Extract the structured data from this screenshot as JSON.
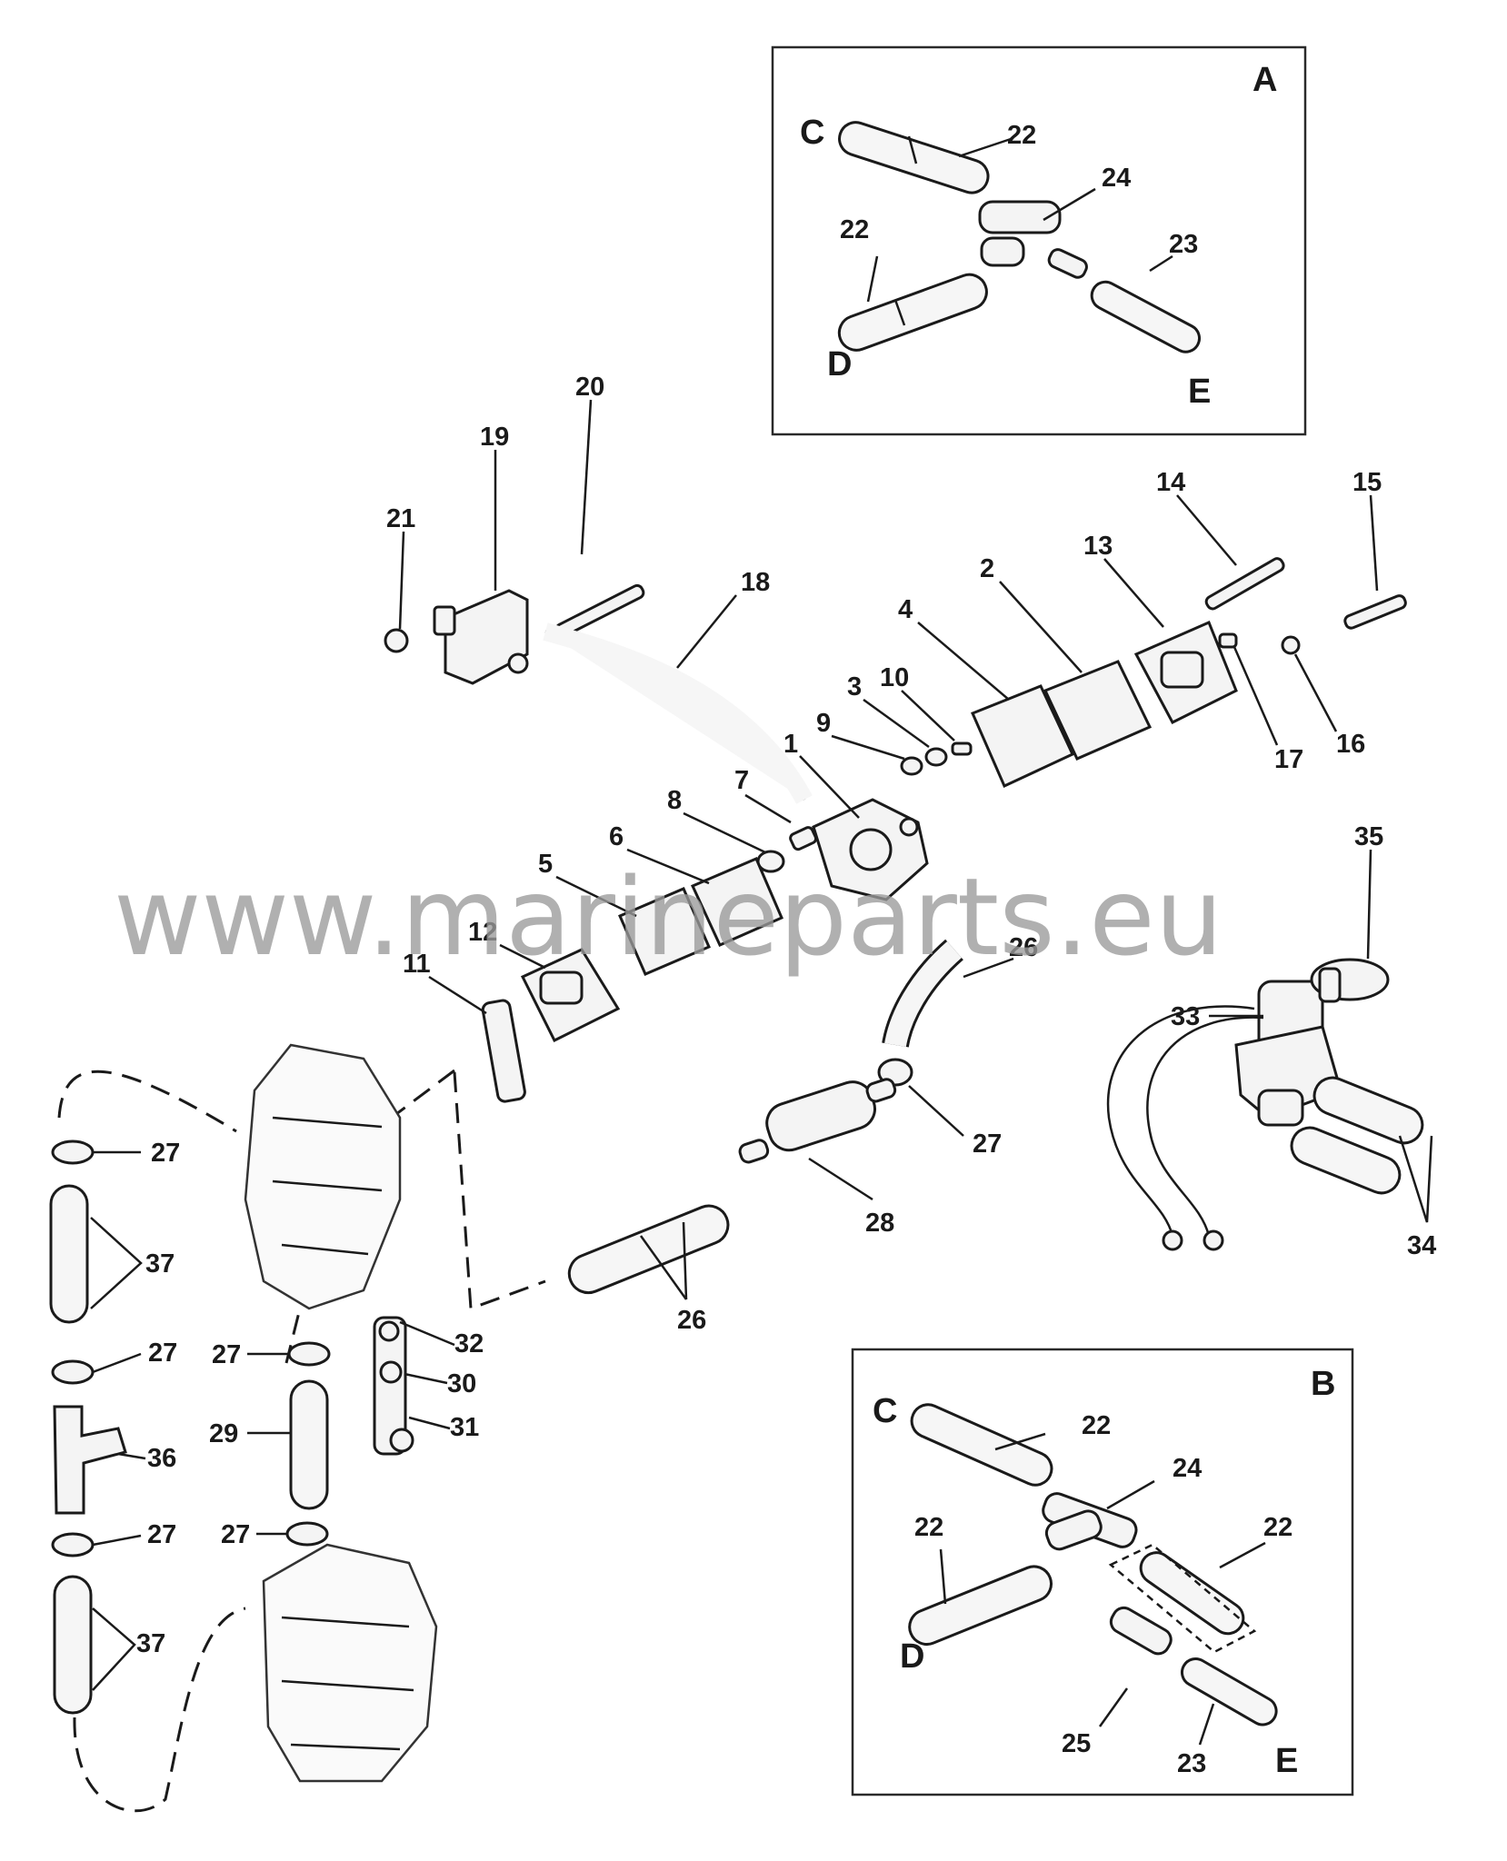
{
  "watermark": "www.marineparts.eu",
  "insets": [
    {
      "letter": "A",
      "connections": [
        "C",
        "D",
        "E"
      ]
    },
    {
      "letter": "B",
      "connections": [
        "C",
        "D",
        "E"
      ]
    }
  ],
  "callouts": {
    "n1": "1",
    "n2": "2",
    "n3": "3",
    "n4": "4",
    "n5": "5",
    "n6": "6",
    "n7": "7",
    "n8": "8",
    "n9": "9",
    "n10": "10",
    "n11": "11",
    "n12": "12",
    "n13": "13",
    "n14": "14",
    "n15": "15",
    "n16": "16",
    "n17": "17",
    "n18": "18",
    "n19": "19",
    "n20": "20",
    "n21": "21",
    "n22": "22",
    "n23": "23",
    "n24": "24",
    "n25": "25",
    "n26": "26",
    "n27": "27",
    "n28": "28",
    "n29": "29",
    "n30": "30",
    "n31": "31",
    "n32": "32",
    "n33": "33",
    "n34": "34",
    "n35": "35",
    "n36": "36",
    "n37": "37"
  }
}
